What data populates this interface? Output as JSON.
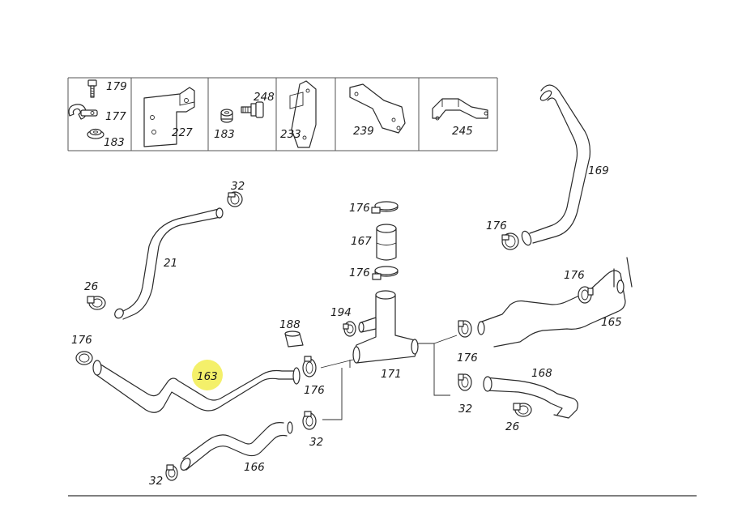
{
  "highlight_color": "#f4f06a",
  "legend_labels": {
    "p179": "179",
    "p177": "177",
    "p183a": "183",
    "p227": "227",
    "p183b": "183",
    "p248": "248",
    "p233": "233",
    "p239": "239",
    "p245": "245"
  },
  "callouts": {
    "c169": "169",
    "c176_top_right": "176",
    "c32_top": "32",
    "c21": "21",
    "c26_left": "26",
    "c176_clamp_top": "176",
    "c167": "167",
    "c176_clamp_bottom": "176",
    "c176_right": "176",
    "c194": "194",
    "c188": "188",
    "c165": "165",
    "c176_left": "176",
    "c163": "163",
    "c176_mid": "176",
    "c171": "171",
    "c176_tee_right": "176",
    "c168": "168",
    "c32_right": "32",
    "c26_right": "26",
    "c32_mid": "32",
    "c166": "166",
    "c32_bottom": "32"
  }
}
